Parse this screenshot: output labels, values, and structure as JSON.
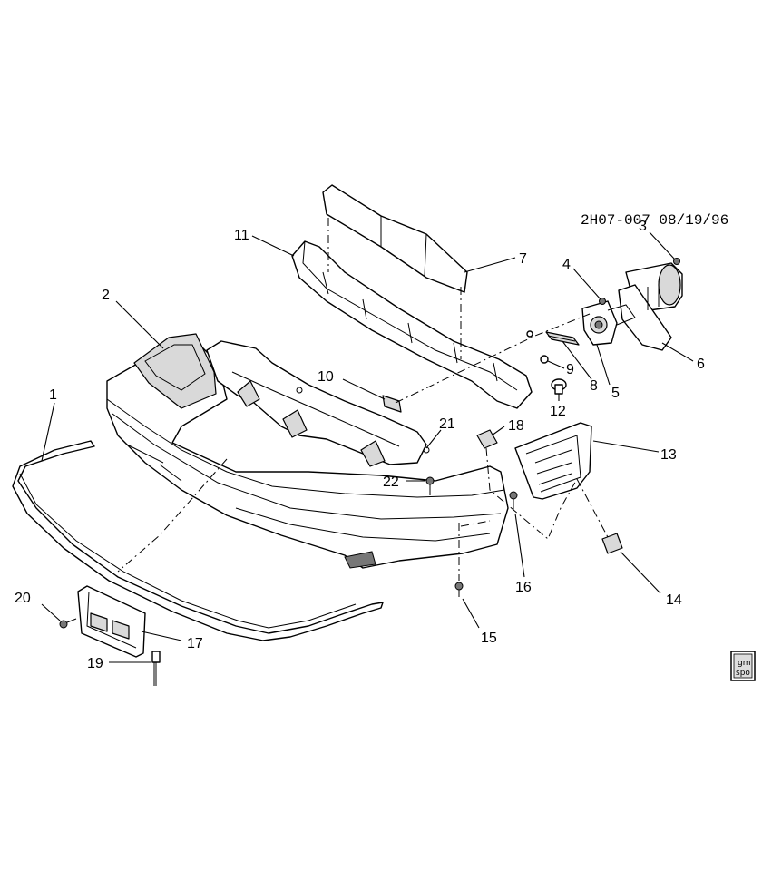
{
  "diagram_code": "2H07-007 08/19/96",
  "callouts": [
    "1",
    "2",
    "3",
    "4",
    "5",
    "6",
    "7",
    "8",
    "9",
    "10",
    "11",
    "12",
    "13",
    "14",
    "15",
    "16",
    "17",
    "18",
    "19",
    "20",
    "21",
    "22"
  ],
  "logo": {
    "line1": "gm",
    "line2": "spo"
  }
}
